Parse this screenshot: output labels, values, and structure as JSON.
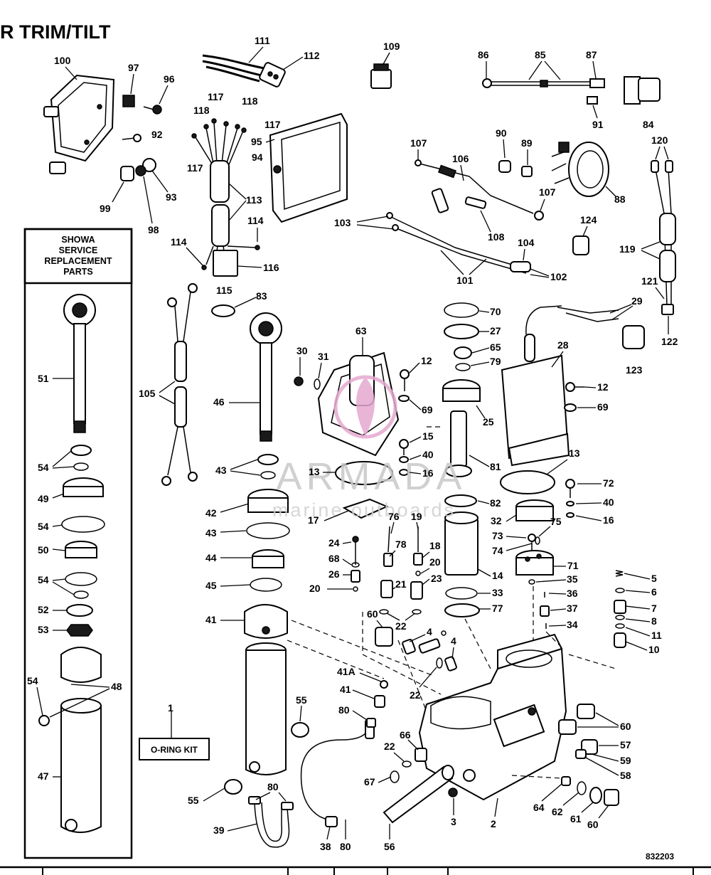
{
  "header": {
    "title": "R TRIM/TILT"
  },
  "showa_box": {
    "lines": [
      "SHOWA",
      "SERVICE",
      "REPLACEMENT",
      "PARTS"
    ]
  },
  "oring_kit": {
    "label": "O-RING KIT",
    "callout": "1"
  },
  "drawing_number": "832203",
  "watermark": {
    "brand": "ARMADA",
    "tagline": "marine outboards"
  },
  "callouts": {
    "c111": "111",
    "c112": "112",
    "c109": "109",
    "c86": "86",
    "c85": "85",
    "c87": "87",
    "c84": "84",
    "c91": "91",
    "c100": "100",
    "c97": "97",
    "c96": "96",
    "c92": "92",
    "c93": "93",
    "c99": "99",
    "c98": "98",
    "c117a": "117",
    "c118a": "118",
    "c118b": "118",
    "c117b": "117",
    "c117c": "117",
    "c95": "95",
    "c94": "94",
    "c113": "113",
    "c114a": "114",
    "c114b": "114",
    "c116": "116",
    "c115": "115",
    "c107a": "107",
    "c106": "106",
    "c90": "90",
    "c89": "89",
    "c120": "120",
    "c88": "88",
    "c107b": "107",
    "c103": "103",
    "c108": "108",
    "c124": "124",
    "c104": "104",
    "c101": "101",
    "c102": "102",
    "c119": "119",
    "c121": "121",
    "c29": "29",
    "c122": "122",
    "c123": "123",
    "c83": "83",
    "c70": "70",
    "c27": "27",
    "c65": "65",
    "c79": "79",
    "c63": "63",
    "c28": "28",
    "c30": "30",
    "c31": "31",
    "c12a": "12",
    "c12b": "12",
    "c69a": "69",
    "c69b": "69",
    "c25": "25",
    "c15": "15",
    "c40a": "40",
    "c16a": "16",
    "c81": "81",
    "c13a": "13",
    "c13b": "13",
    "c72": "72",
    "c40b": "40",
    "c16b": "16",
    "c82": "82",
    "c17": "17",
    "c32": "32",
    "c75": "75",
    "c76": "76",
    "c19": "19",
    "c73": "73",
    "c74": "74",
    "c24": "24",
    "c78": "78",
    "c18": "18",
    "c71": "71",
    "c68": "68",
    "c20a": "20",
    "c20b": "20",
    "c26": "26",
    "c23": "23",
    "c14": "14",
    "c35": "35",
    "c5": "5",
    "c21": "21",
    "c36": "36",
    "c6": "6",
    "c33": "33",
    "c77": "77",
    "c7": "7",
    "c37": "37",
    "c60a": "60",
    "c22a": "22",
    "c8": "8",
    "c34": "34",
    "c11": "11",
    "c4a": "4",
    "c4b": "4",
    "c10": "10",
    "c41a": "41A",
    "c22b": "22",
    "c41b": "41",
    "c80a": "80",
    "c60b": "60",
    "c66": "66",
    "c22c": "22",
    "c57": "57",
    "c59": "59",
    "c58": "58",
    "c67": "67",
    "c64": "64",
    "c62": "62",
    "c61": "61",
    "c60c": "60",
    "c3": "3",
    "c2": "2",
    "c56": "56",
    "c38": "38",
    "c80b": "80",
    "c39": "39",
    "c80c": "80",
    "c55a": "55",
    "c55b": "55",
    "c51": "51",
    "c105": "105",
    "c46": "46",
    "c54a": "54",
    "c43a": "43",
    "c49": "49",
    "c42": "42",
    "c54b": "54",
    "c43b": "43",
    "c50": "50",
    "c44": "44",
    "c54c": "54",
    "c45": "45",
    "c52": "52",
    "c41c": "41",
    "c53": "53",
    "c54d": "54",
    "c48": "48",
    "c47": "47"
  }
}
